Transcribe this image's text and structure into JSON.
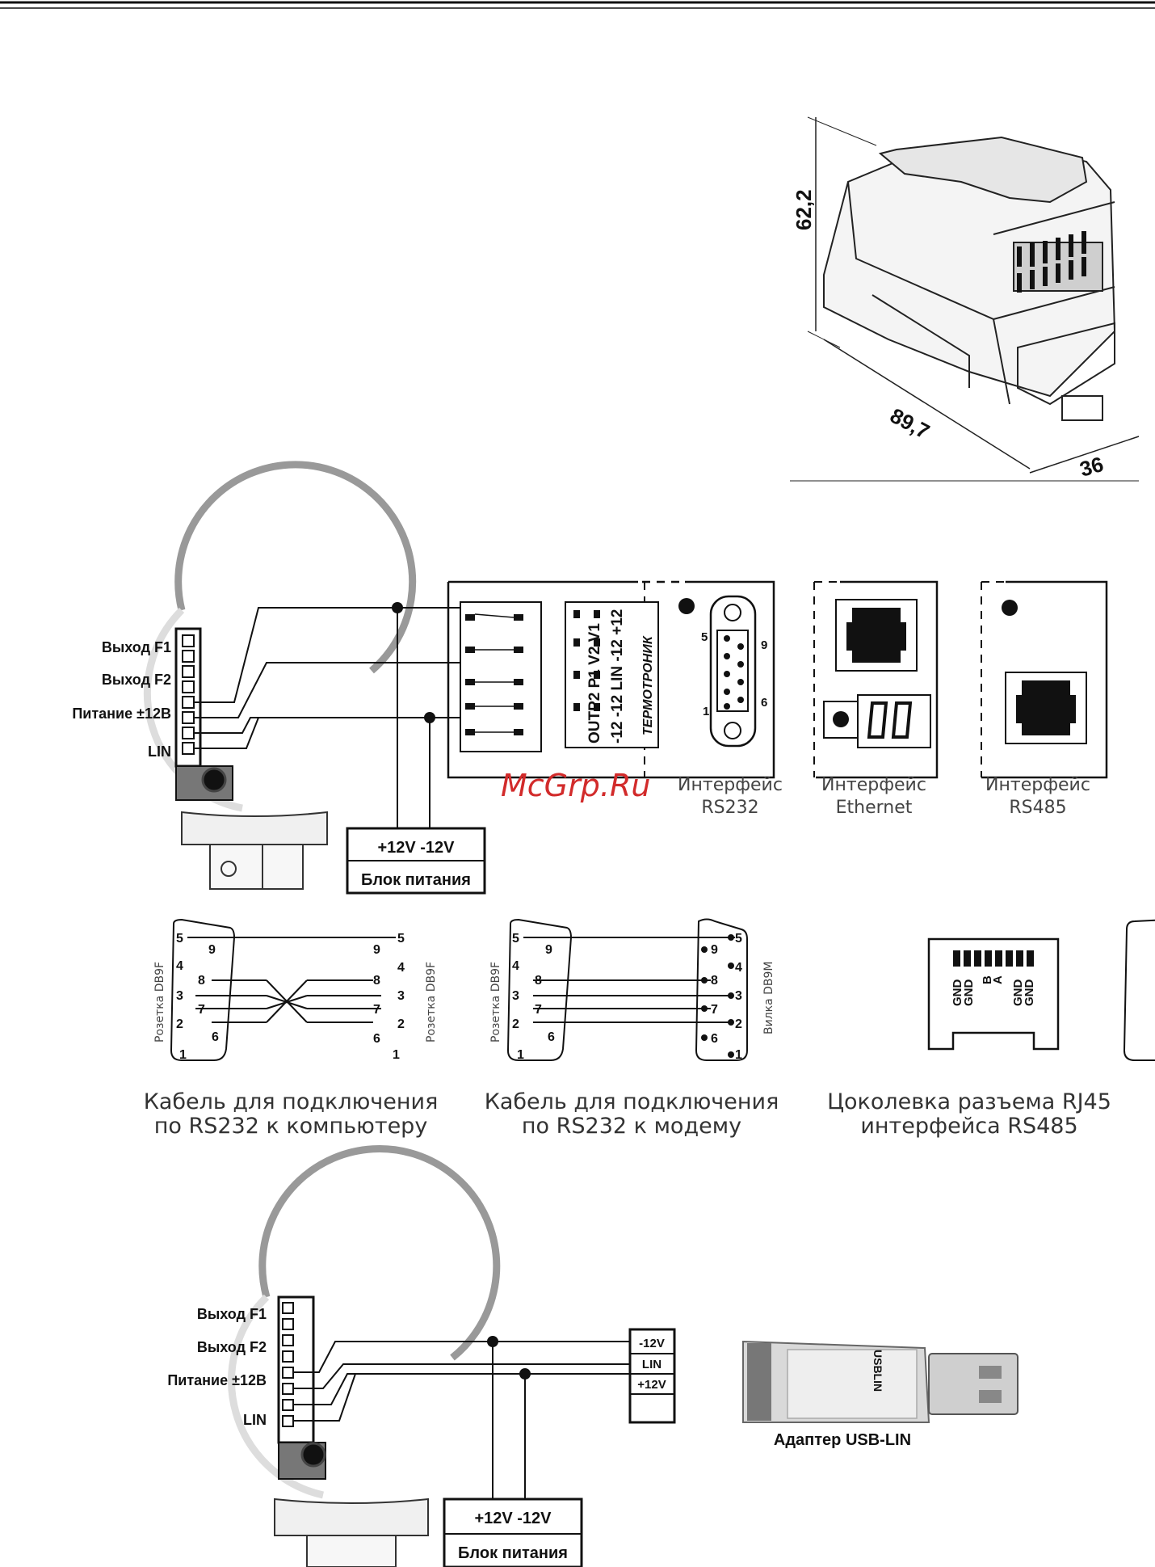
{
  "dimensions": {
    "height": "62,2",
    "length": "89,7",
    "width": "36"
  },
  "terminal_labels": {
    "f1": "Выход F1",
    "f2": "Выход F2",
    "power": "Питание ±12В",
    "lin": "LIN"
  },
  "power_supply": {
    "voltage": "+12V -12V",
    "name": "Блок питания"
  },
  "board": {
    "brand": "ТЕРМОТРОНИК",
    "row1": "OUTP2 P1 V2 V1",
    "row2": "-12 -12 LIN -12 +12"
  },
  "db9": {
    "pin5": "5",
    "pin9": "9",
    "pin1": "1",
    "pin6": "6"
  },
  "interfaces": {
    "rs232": {
      "line1": "Интерфейс",
      "line2": "RS232"
    },
    "ethernet": {
      "line1": "Интерфейс",
      "line2": "Ethernet"
    },
    "rs485": {
      "line1": "Интерфейс",
      "line2": "RS485"
    }
  },
  "watermark": "McGrp.Ru",
  "cables": {
    "computer": {
      "left_label": "Розетка DB9F",
      "right_label": "Розетка DB9F",
      "caption1": "Кабель для подключения",
      "caption2": "по RS232 к компьютеру"
    },
    "modem": {
      "left_label": "Розетка DB9F",
      "right_label": "Вилка DB9M",
      "caption1": "Кабель для подключения",
      "caption2": "по RS232 к модему"
    },
    "rj45": {
      "pins": [
        "GND",
        "GND",
        "B",
        "A",
        "GND",
        "GND"
      ],
      "caption1": "Цоколевка разъема RJ45",
      "caption2": "интерфейса RS485"
    }
  },
  "lin_block": {
    "neg": "-12V",
    "lin": "LIN",
    "pos": "+12V"
  },
  "adapter": {
    "label": "Адаптер USB-LIN",
    "body_text": "USBLIN"
  }
}
